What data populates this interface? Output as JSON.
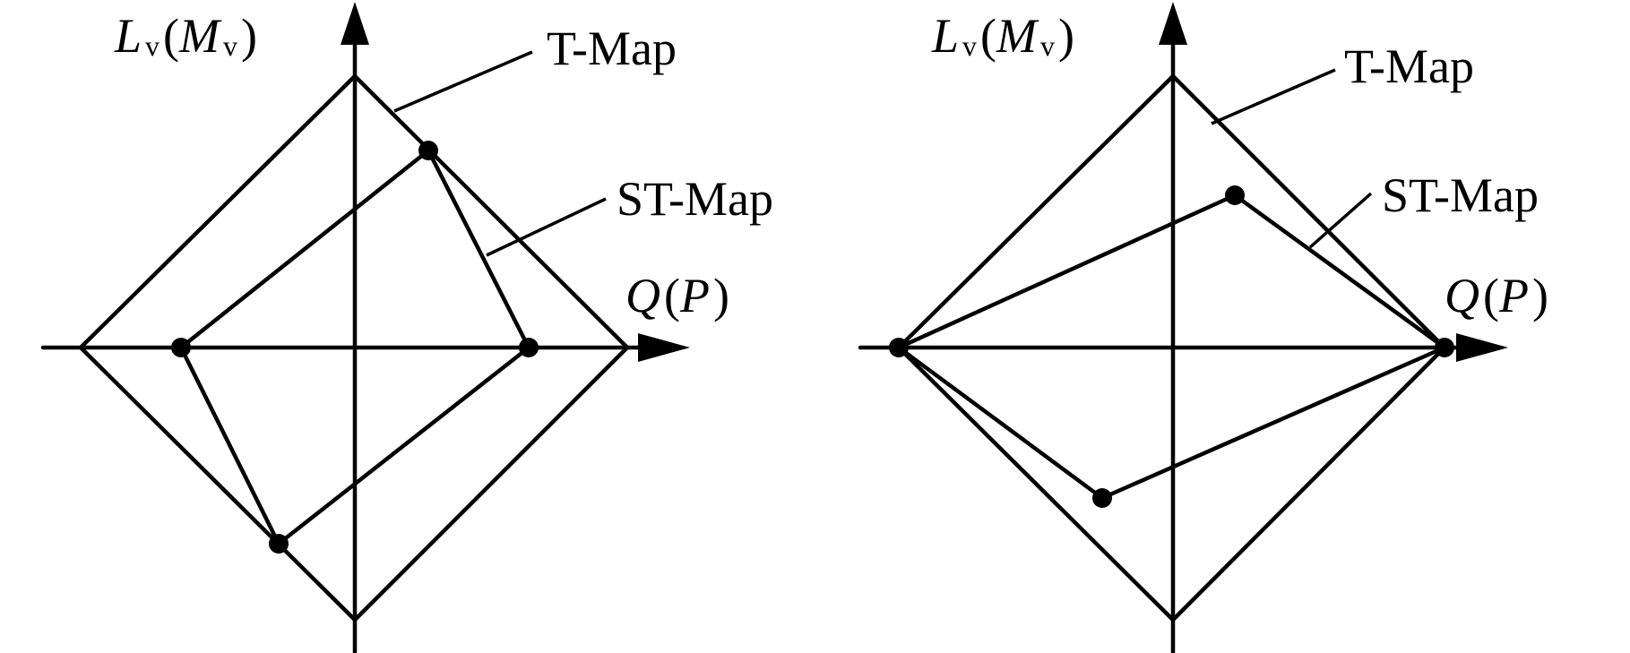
{
  "panels": [
    {
      "id": "left",
      "y_axis_label": {
        "main": "L",
        "sub": "v",
        "alt_main": "M",
        "alt_sub": "v"
      },
      "x_axis_label": {
        "main": "Q",
        "alt_main": "P"
      },
      "callouts": [
        {
          "text": "T-Map"
        },
        {
          "text": "ST-Map"
        }
      ]
    },
    {
      "id": "right",
      "y_axis_label": {
        "main": "L",
        "sub": "v",
        "alt_main": "M",
        "alt_sub": "v"
      },
      "x_axis_label": {
        "main": "Q",
        "alt_main": "P"
      },
      "callouts": [
        {
          "text": "T-Map"
        },
        {
          "text": "ST-Map"
        }
      ]
    }
  ],
  "colors": {
    "line": "#000000",
    "background": "#ffffff"
  }
}
